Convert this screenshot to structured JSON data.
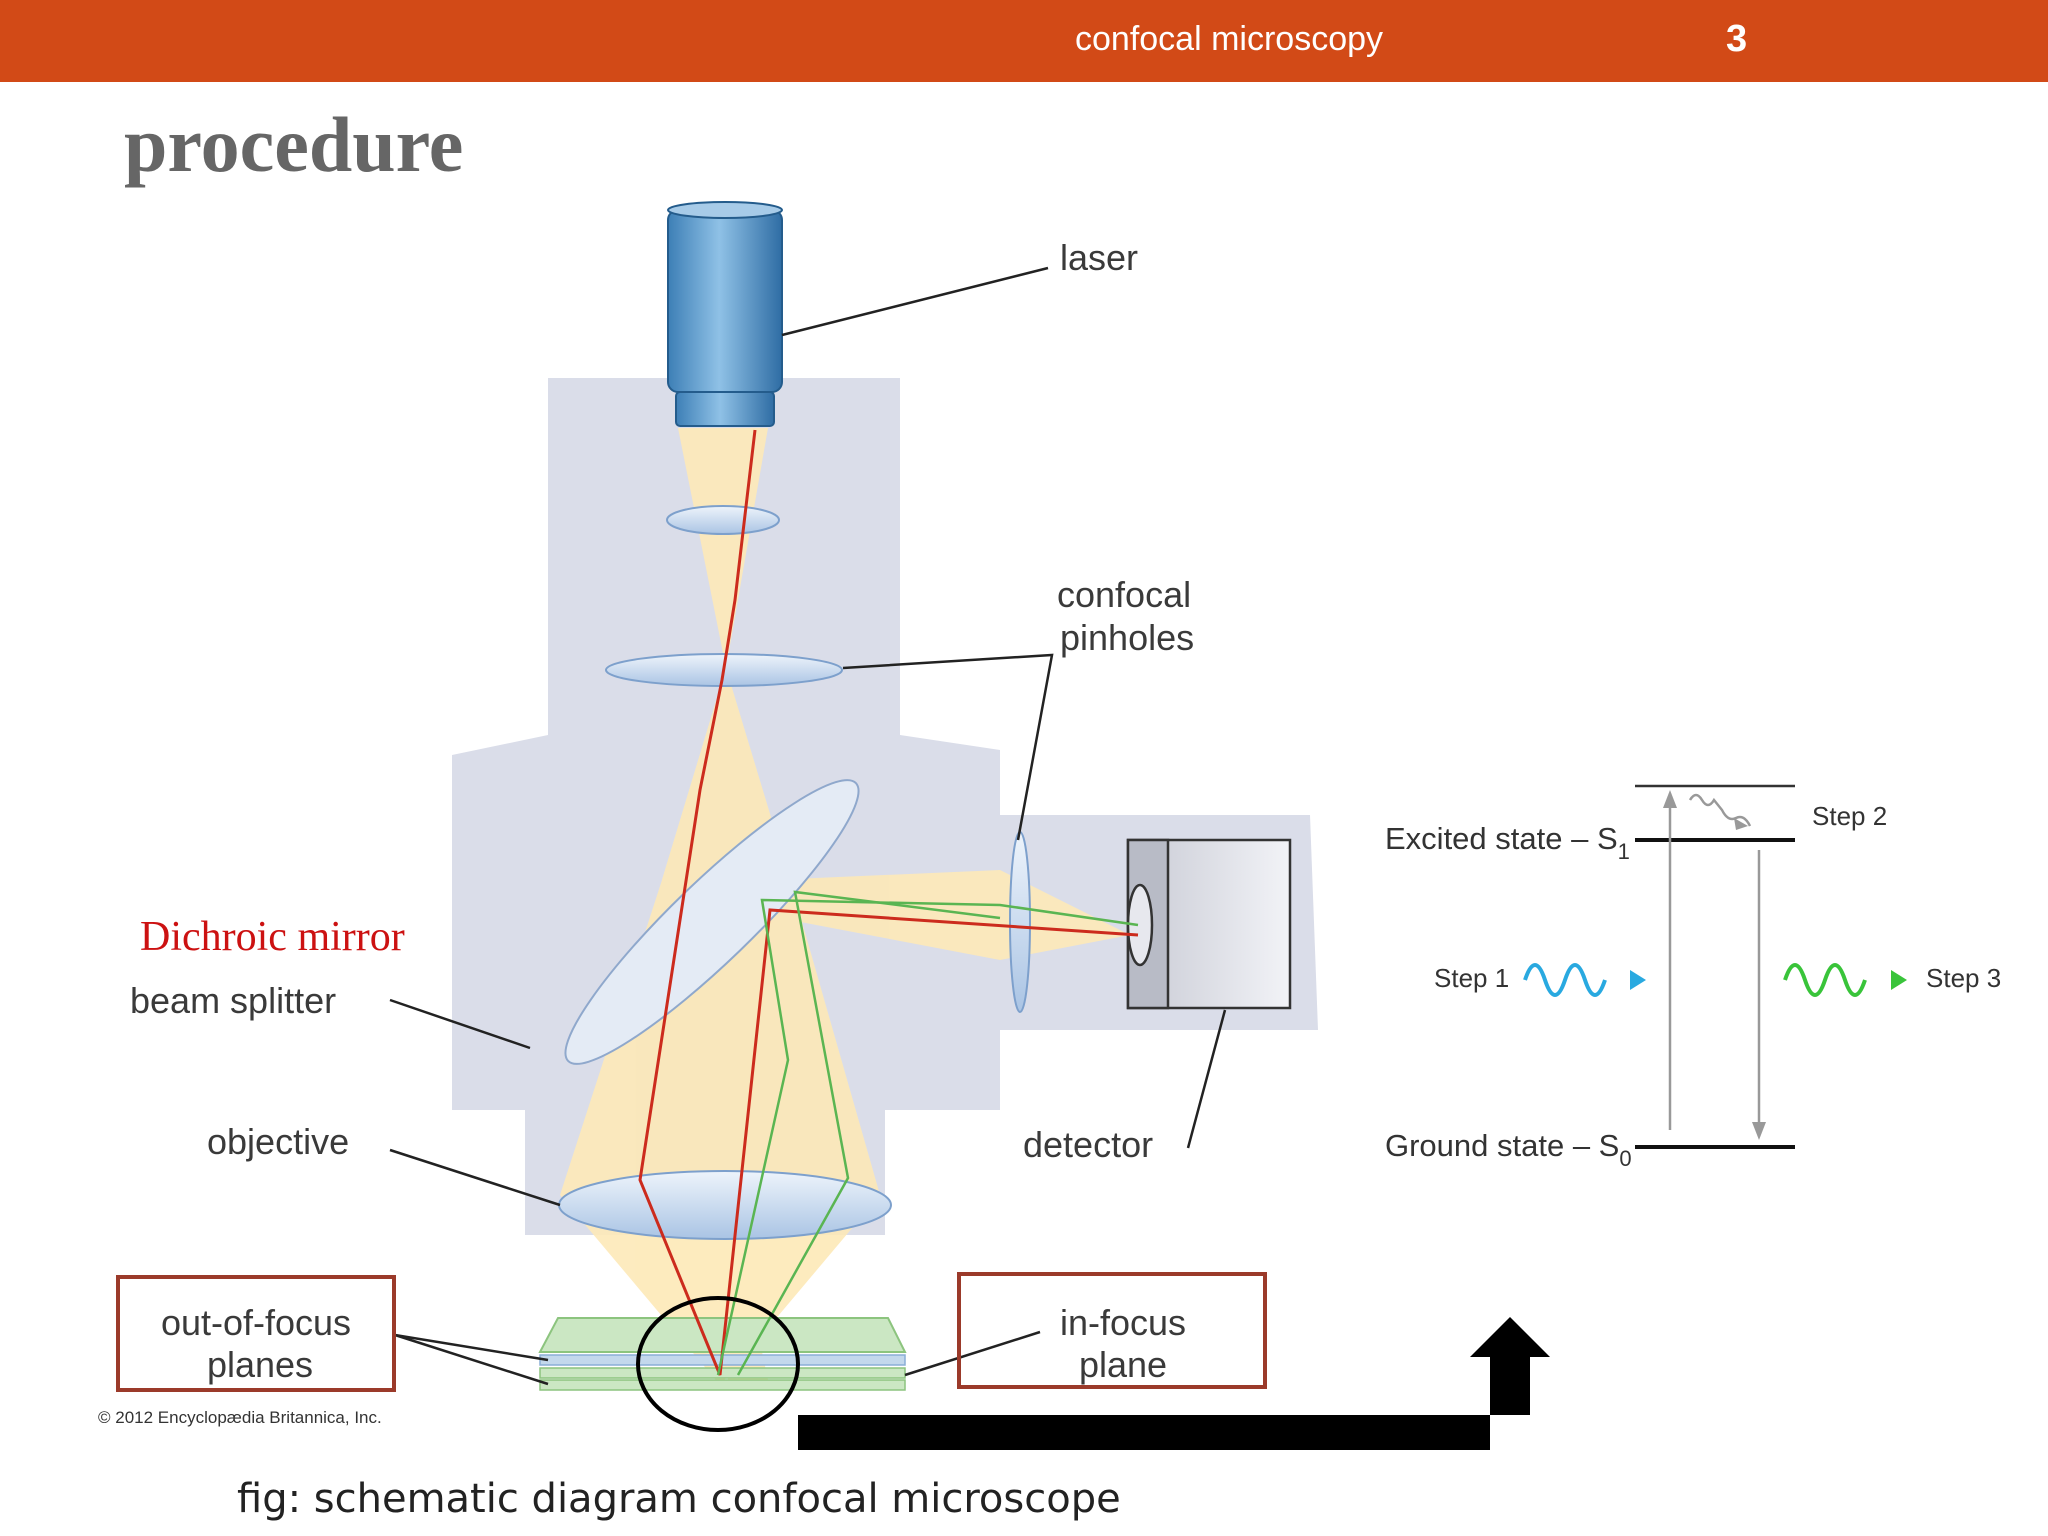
{
  "header": {
    "title": "confocal microscopy",
    "slide_number": "3",
    "bar_color": "#d24a17"
  },
  "page": {
    "title": "procedure"
  },
  "diagram": {
    "labels": {
      "laser": "laser",
      "confocal_line1": "confocal",
      "confocal_line2": "pinholes",
      "dichroic": "Dichroic mirror",
      "beam_splitter": "beam splitter",
      "objective": "objective",
      "detector": "detector",
      "out_focus_line1": "out-of-focus",
      "out_focus_line2": "planes",
      "in_focus_line1": "in-focus",
      "in_focus_line2": "plane",
      "copyright": "© 2012 Encyclopædia Britannica, Inc."
    },
    "caption": "fig: schematic diagram confocal microscope",
    "colors": {
      "body": "#dadde9",
      "beam": "#fde9b8",
      "excitation": "#cc2b1d",
      "emission": "#5ab552",
      "box_border": "#9b3a2a",
      "arrow": "#000000"
    }
  },
  "energy": {
    "excited": "Excited state – S",
    "excited_sub": "1",
    "ground": "Ground state – S",
    "ground_sub": "0",
    "step1": "Step 1",
    "step2": "Step 2",
    "step3": "Step 3",
    "step1_color": "#29a9e0",
    "step3_color": "#39c43a"
  }
}
